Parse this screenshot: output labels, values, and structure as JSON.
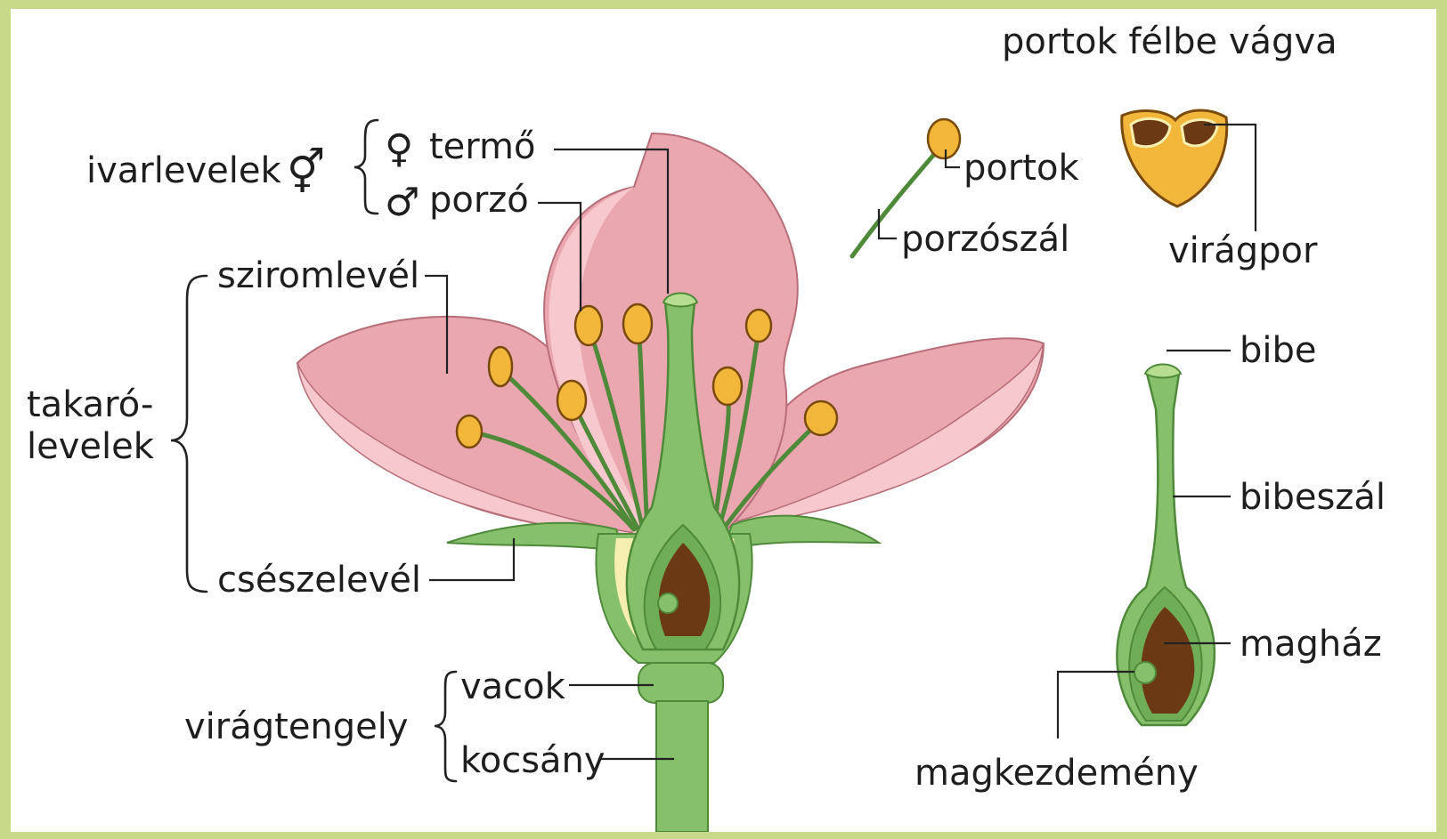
{
  "labels": {
    "cut_anther_title": "portok félbe vágva",
    "sex_organs": "ivarlevelek",
    "sex_organs_symbol": "⚥",
    "pistil_symbol": "♀",
    "pistil": "termő",
    "stamen_symbol": "♂",
    "stamen": "porzó",
    "anther": "portok",
    "filament": "porzószál",
    "pollen": "virágpor",
    "petal": "sziromlevél",
    "perianth_line1": "takaró-",
    "perianth_line2": "levelek",
    "sepal": "csészelevél",
    "stigma": "bibe",
    "style": "bibeszál",
    "ovary": "magház",
    "ovule": "magkezdemény",
    "receptacle": "vacok",
    "pedicel": "kocsány",
    "flower_axis": "virágtengely"
  },
  "colors": {
    "background_border": "#c8d98a",
    "petal_pink": "#eaa7b0",
    "petal_dark": "#d98d97",
    "petal_edge": "#f7c9cf",
    "green": "#86c06b",
    "green_dark": "#4f8a3a",
    "anther_yellow": "#f2b73a",
    "seed_brown": "#6b3a14",
    "cream": "#f7efb0"
  }
}
